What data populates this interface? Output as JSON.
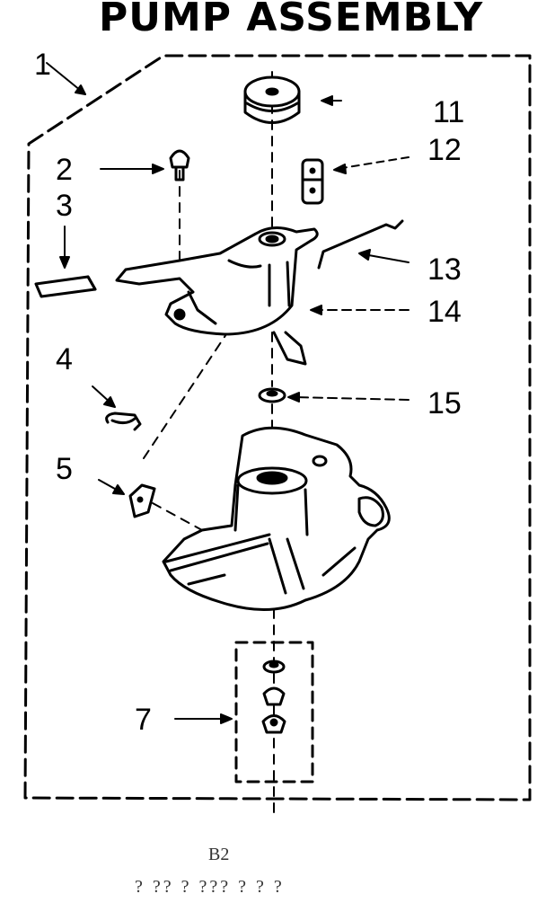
{
  "title": "PUMP ASSEMBLY",
  "callouts": {
    "p1": "1",
    "p2": "2",
    "p3": "3",
    "p4": "4",
    "p5": "5",
    "p7": "7",
    "p11": "11",
    "p12": "12",
    "p13": "13",
    "p14": "14",
    "p15": "15"
  },
  "footer": {
    "code_top": "B2",
    "code_bottom": "? ?? ? ??? ? ? ?"
  }
}
